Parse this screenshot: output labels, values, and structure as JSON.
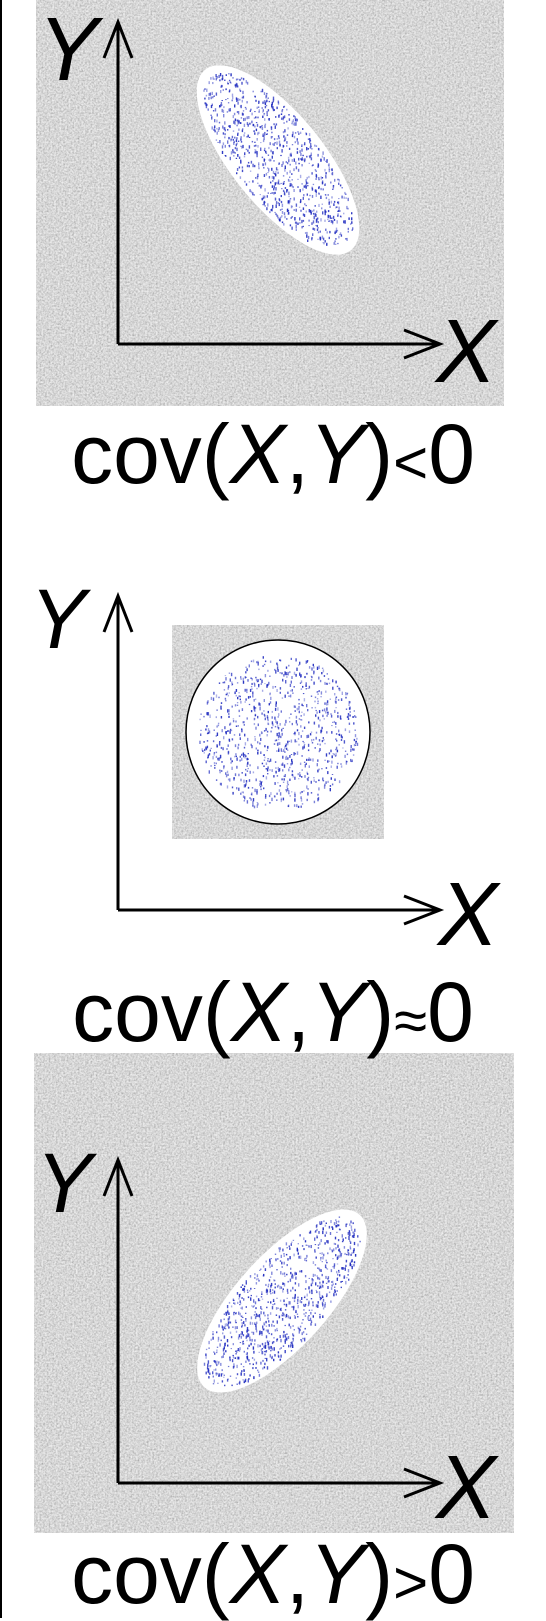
{
  "panels": [
    {
      "id": "negative",
      "x_label": "X",
      "y_label": "Y",
      "caption": {
        "func": "cov(",
        "a": "X",
        "sep": ",",
        "b": "Y",
        "close": ")",
        "relation": "<",
        "value": "0"
      },
      "tilt": "negative"
    },
    {
      "id": "zero",
      "x_label": "X",
      "y_label": "Y",
      "caption": {
        "func": "cov(",
        "a": "X",
        "sep": ",",
        "b": "Y",
        "close": ")",
        "relation": "≈",
        "value": "0"
      },
      "tilt": "none"
    },
    {
      "id": "positive",
      "x_label": "X",
      "y_label": "Y",
      "caption": {
        "func": "cov(",
        "a": "X",
        "sep": ",",
        "b": "Y",
        "close": ")",
        "relation": ">",
        "value": "0"
      },
      "tilt": "positive"
    }
  ],
  "colors": {
    "noise_dark": "#6f6f6f",
    "noise_light": "#d9d9d9",
    "points": "#1f2bbf",
    "axis": "#000000"
  }
}
